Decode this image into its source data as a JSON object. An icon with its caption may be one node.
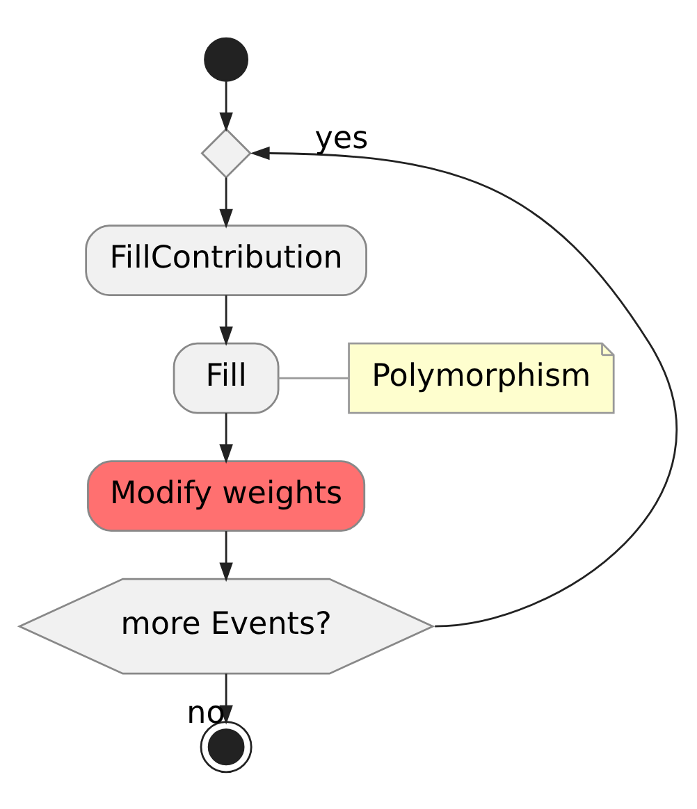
{
  "diagram": {
    "nodes": [
      {
        "text": [],
        "shape": "circle"
      },
      {
        "text": [],
        "shape": "diamond"
      },
      {
        "text": [
          "FillContribution"
        ]
      },
      {
        "text": [
          "Fill"
        ]
      },
      {
        "text": [
          "Polymorphism"
        ]
      },
      {
        "text": [
          "Modify weights"
        ]
      },
      {
        "text": [
          "more Events?"
        ]
      },
      {
        "text": [],
        "shape": "circle"
      }
    ],
    "edges": [
      {
        "from": 0,
        "to": 1,
        "arrow": "to"
      },
      {
        "from": 1,
        "to": 2,
        "arrow": "to"
      },
      {
        "from": 2,
        "to": 3,
        "arrow": "to"
      },
      {
        "from": 3,
        "to": 4,
        "arrow": "none",
        "color": "#999999"
      },
      {
        "from": 3,
        "to": 5,
        "arrow": "to"
      },
      {
        "from": 5,
        "to": 6,
        "arrow": "to"
      },
      {
        "from": 6,
        "to": 7,
        "arrow": "to",
        "label": "no"
      },
      {
        "from": 6,
        "to": 1,
        "arrow": "to",
        "label": "yes"
      }
    ]
  }
}
